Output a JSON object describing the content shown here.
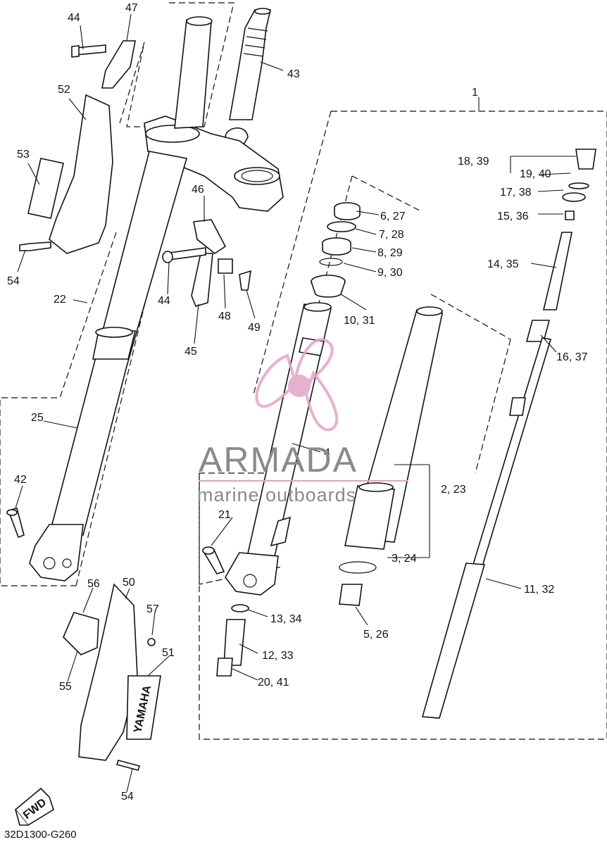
{
  "diagram": {
    "code": "32D1300-G260",
    "fwd_badge": "FWD",
    "brand_decal": "YAMAHA",
    "watermark": {
      "title": "ARMADA",
      "subtitle": "marine outboards",
      "title_color": "#8a8a8a",
      "accent_color": "#e3a3c6"
    },
    "callouts": [
      "44",
      "47",
      "52",
      "53",
      "54",
      "22",
      "25",
      "42",
      "46",
      "44",
      "45",
      "48",
      "49",
      "43",
      "1",
      "18, 39",
      "19, 40",
      "17, 38",
      "15, 36",
      "14, 35",
      "16, 37",
      "6, 27",
      "7, 28",
      "8, 29",
      "9, 30",
      "10, 31",
      "4",
      "2, 23",
      "3, 24",
      "5, 26",
      "11, 32",
      "21",
      "13, 34",
      "12, 33",
      "20, 41",
      "56",
      "50",
      "57",
      "51",
      "55",
      "54"
    ]
  }
}
